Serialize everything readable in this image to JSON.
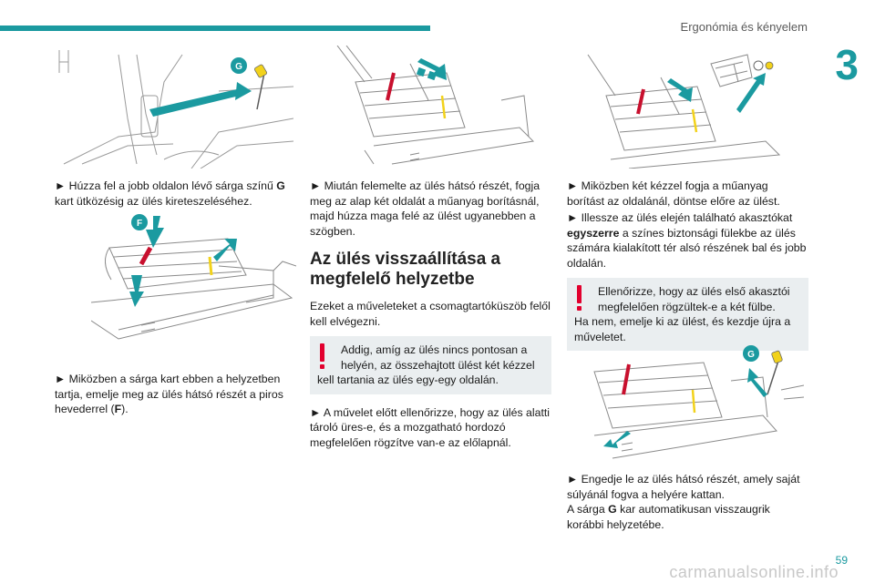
{
  "header": {
    "section_title": "Ergonómia és kényelem"
  },
  "chapter": {
    "number": "3"
  },
  "page": {
    "number": "59"
  },
  "watermark": {
    "text": "carmanualsonline.info"
  },
  "icons": {
    "bullet": "triangle-right",
    "warning": "exclamation-mark-red",
    "label_f": "F",
    "label_g": "G"
  },
  "colors": {
    "accent": "#1b9aa0",
    "warning": "#e2002e",
    "strap": "#c8102e",
    "lever": "#f2d21b",
    "label_bg": "#1b9aa0",
    "note_bg": "#eaeef0"
  },
  "col1": {
    "step1": "► Húzza fel a jobb oldalon lévő sárga színű ",
    "step1_bold": "G",
    "step1_end": " kart ütközésig az ülés kireteszeléséhez.",
    "step2": "► Miközben a sárga kart ebben a helyzetben tartja, emelje meg az ülés hátsó részét a piros hevederrel (",
    "step2_bold": "F",
    "step2_end": ")."
  },
  "col2": {
    "step3": "► Miután felemelte az ülés hátsó részét, fogja meg az alap két oldalát a műanyag borításnál, majd húzza maga felé az ülést ugyanebben a szögben.",
    "heading": "Az ülés visszaállítása a megfelelő helyzetbe",
    "intro": "Ezeket a műveleteket a csomagtartóküszöb felől kell elvégezni.",
    "note_line1": "Addig, amíg az ülés nincs pontosan a helyén, az összehajtott ülést két kézzel",
    "note_line2": "kell tartania az ülés egy-egy oldalán.",
    "step4": "► A művelet előtt ellenőrizze, hogy az ülés alatti tároló üres-e, és a mozgatható hordozó megfelelően rögzítve van-e az előlapnál."
  },
  "col3": {
    "step5": "► Miközben két kézzel fogja a műanyag borítást az oldalánál, döntse előre az ülést.",
    "step6a": "► Illessze az ülés elején található akasztókat ",
    "step6_bold": "egyszerre",
    "step6b": " a színes biztonsági fülekbe az ülés számára kialakított tér alsó részének bal és jobb oldalán.",
    "note_line1": "Ellenőrizze, hogy az ülés első akasztói megfelelően rögzültek-e a két fülbe.",
    "note_line2": "Ha nem, emelje ki az ülést, és kezdje újra a műveletet.",
    "step7": "► Engedje le az ülés hátsó részét, amely saját súlyánál fogva a helyére kattan.",
    "step8a": "A sárga ",
    "step8_bold": "G",
    "step8b": " kar automatikusan visszaugrik korábbi helyzetébe."
  }
}
